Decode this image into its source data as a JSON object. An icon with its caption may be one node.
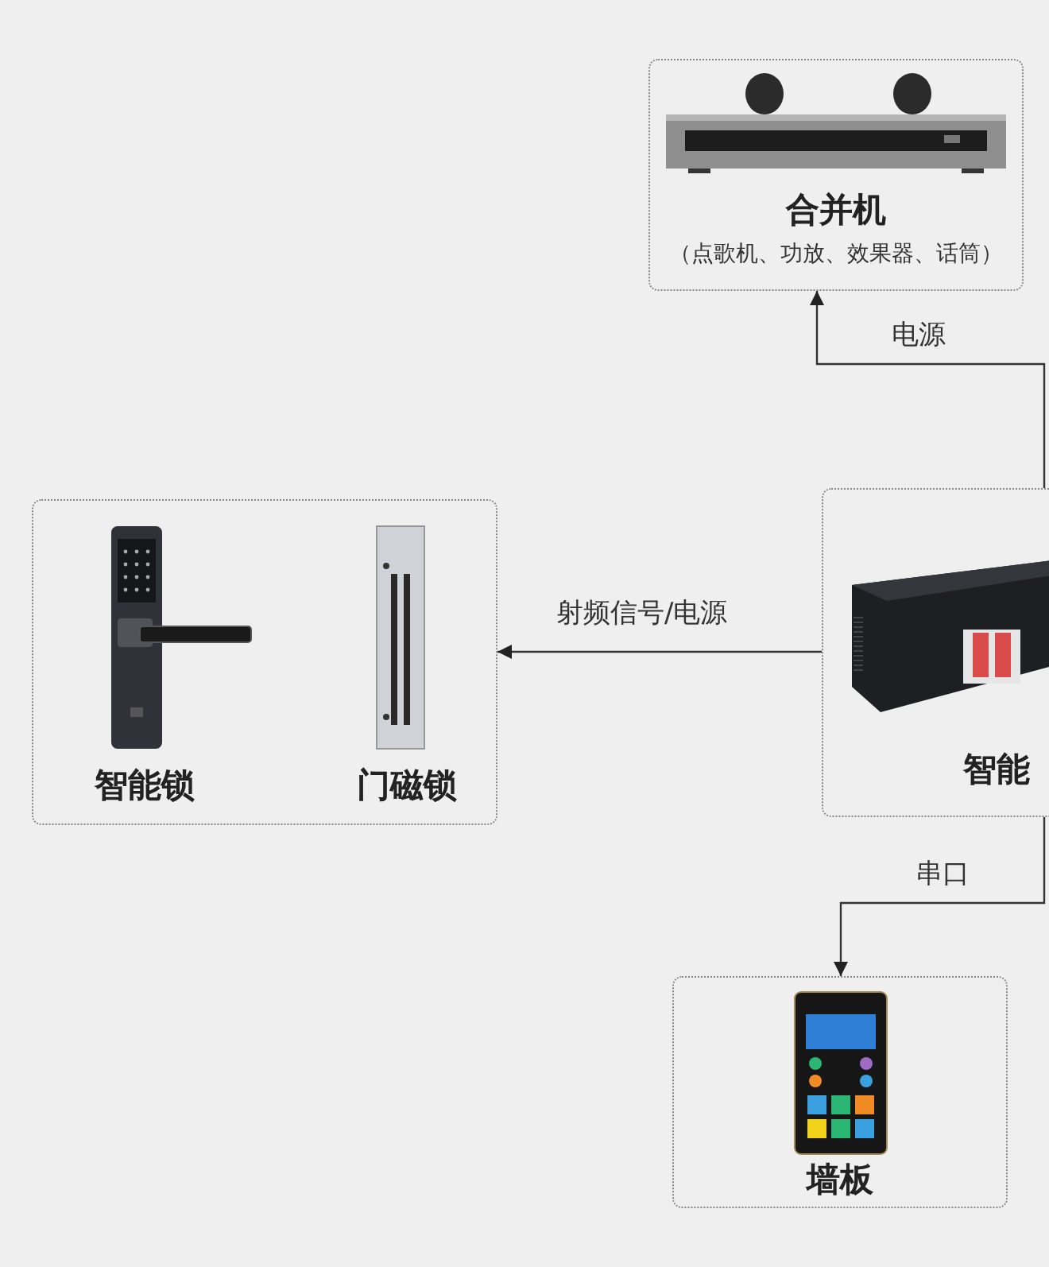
{
  "diagram": {
    "nodes": [
      {
        "text": [
          "合并机",
          "（点歌机、功放、效果器、话筒）"
        ]
      },
      {
        "text": [],
        "shape": "box"
      },
      {
        "text": [
          "智能锁"
        ],
        "in": 1
      },
      {
        "text": [
          "门磁锁"
        ],
        "in": 1
      },
      {
        "text": [
          "智能"
        ]
      },
      {
        "text": [
          "墙板"
        ]
      }
    ],
    "edges": [
      {
        "from": 4,
        "to": 0,
        "arrow": "to",
        "label": "电源"
      },
      {
        "from": 4,
        "to": 1,
        "arrow": "to",
        "label": "射频信号/电源"
      },
      {
        "from": 4,
        "to": 5,
        "arrow": "to",
        "label": "串口"
      }
    ]
  }
}
